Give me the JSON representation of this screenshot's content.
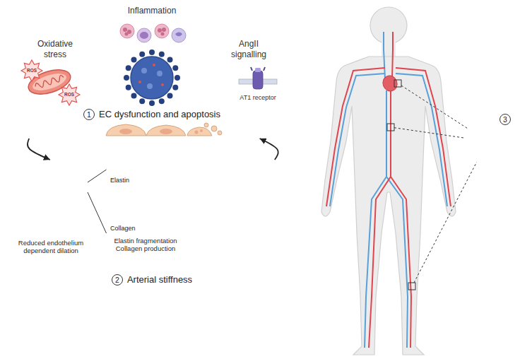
{
  "diagram": {
    "nodes": [
      {
        "text": [
          "Oxidative stress"
        ]
      },
      {
        "text": [
          "Inflammation"
        ]
      },
      {
        "text": [
          "AngII signalling"
        ]
      },
      {
        "text": [
          "1",
          "EC dysfunction and apoptosis"
        ]
      },
      {
        "text": [
          "2",
          "Arterial stiffness"
        ]
      },
      {
        "text": [
          "Reduced endothelium dependent dilation"
        ],
        "in": 4
      },
      {
        "text": [
          "Elastin",
          "Collagen",
          "Elastin fragmentation Collagen production"
        ],
        "in": 4
      },
      {
        "text": [
          "3"
        ]
      }
    ],
    "edges": [
      {
        "from": 3,
        "to": 4,
        "arrow": "to"
      },
      {
        "from": 4,
        "to": 3,
        "arrow": "to"
      },
      {
        "from": 5,
        "to": 6,
        "arrow": "none"
      }
    ],
    "labels": [
      "ROS",
      "ROS",
      "AT1 receptor"
    ]
  }
}
